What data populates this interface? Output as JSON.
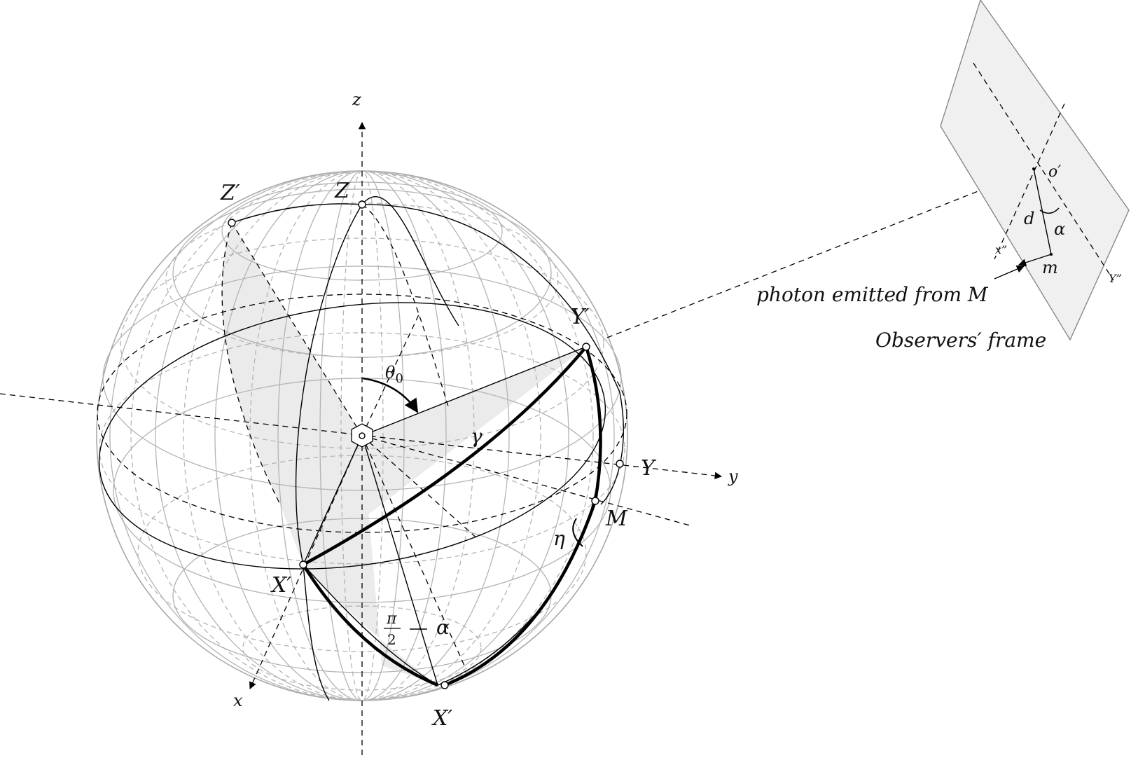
{
  "labels": {
    "z_axis": "z",
    "y_axis": "y",
    "x_axis": "x",
    "Z": "Z",
    "Z_prime": "Z′",
    "Y": "Y",
    "Y_prime": "Y′",
    "X_prime_left": "X′",
    "X_prime_bottom": "X′",
    "M": "M",
    "theta0": "θ",
    "theta0_sub": "0",
    "gamma": "γ",
    "eta": "η",
    "pi": "π",
    "two": "2",
    "alpha_bottom": "α",
    "o_prime": "o′",
    "d": "d",
    "alpha_frame": "α",
    "m": "m",
    "x_dd": "x”",
    "y_dd": "Y”",
    "photon": "photon emitted from M",
    "observers": "Observers′ frame"
  },
  "colors": {
    "line": "#000000",
    "grid": "#b4b4b4",
    "shade": "#ebebeb",
    "frame_fill": "#f0f0f0"
  }
}
